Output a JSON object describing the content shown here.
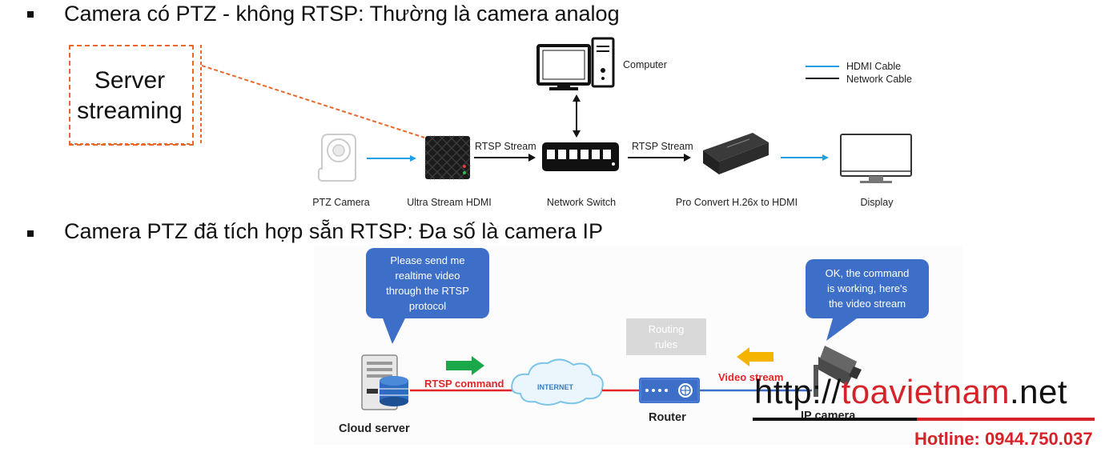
{
  "headings": {
    "first": "Camera có PTZ  - không RTSP: Thường là camera analog",
    "second": "Camera PTZ đã tích hợp sẵn RTSP: Đa số là camera IP"
  },
  "top_diagram": {
    "server_box_label_line1": "Server",
    "server_box_label_line2": "streaming",
    "nodes": {
      "computer": "Computer",
      "ptz_camera": "PTZ Camera",
      "ultra_stream": "Ultra Stream HDMI",
      "network_switch": "Network Switch",
      "pro_convert": "Pro Convert H.26x to HDMI",
      "display": "Display"
    },
    "edges": {
      "stream1": "RTSP Stream",
      "stream2": "RTSP Stream"
    },
    "legend": {
      "hdmi": "HDMI Cable",
      "network": "Network Cable"
    },
    "colors": {
      "hdmi": "#1ea0e6",
      "network": "#111111",
      "dashed": "#e8692a"
    }
  },
  "bottom_diagram": {
    "bubble_left": [
      "Please send me",
      "realtime video",
      "through the RTSP",
      "protocol"
    ],
    "bubble_right": [
      "OK, the command",
      "is working, here's",
      "the video stream"
    ],
    "routing_rules": [
      "Routing",
      "rules"
    ],
    "rtsp_command": "RTSP command",
    "video_stream": "Video stream",
    "internet": "INTERNET",
    "cloud_server": "Cloud server",
    "router": "Router",
    "ip_camera": "IP camera",
    "colors": {
      "bubble": "#3d6fc9",
      "red_line": "#e3252a",
      "blue_line": "#3d6fc9",
      "green_arrow": "#1aa84a",
      "yellow_arrow": "#f4b400"
    }
  },
  "watermark": {
    "url_prefix": "http://",
    "url_red": "toavietnam",
    "url_suffix": ".net",
    "hotline": "Hotline: 0944.750.037"
  }
}
